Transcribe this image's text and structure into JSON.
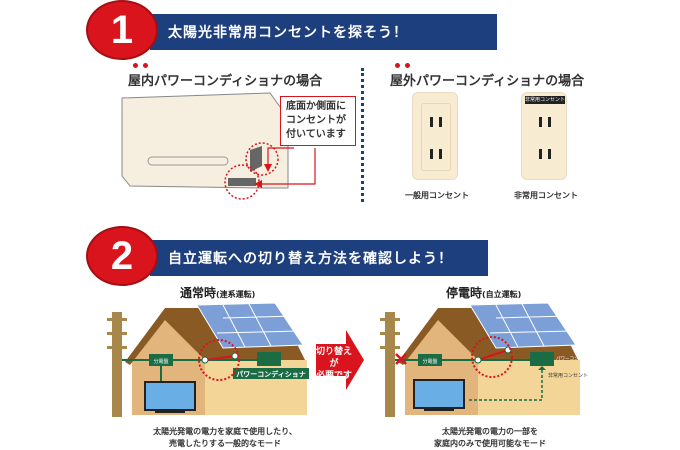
{
  "section1": {
    "number": "1",
    "title": "太陽光非常用コンセントを探そう！",
    "indoor": {
      "heading": "屋内パワーコンディショナの場合",
      "callout": [
        "底面か側面に",
        "コンセントが",
        "付いています"
      ]
    },
    "outdoor": {
      "heading": "屋外パワーコンディショナの場合",
      "outlets": [
        {
          "label": "一般用コンセント",
          "tag": ""
        },
        {
          "label": "非常用コンセント",
          "tag": "非常用コンセント"
        }
      ]
    }
  },
  "section2": {
    "number": "2",
    "title": "自立運転への切り替え方法を確認しよう！",
    "normal": {
      "heading": "通常時",
      "mode": "(連系運転)",
      "board_label": "分電盤",
      "pcs_label": "パワーコンディショナ",
      "caption": [
        "太陽光発電の電力を家庭で使用したり、",
        "売電したりする一般的なモード"
      ]
    },
    "switch_note": [
      "切り替えが",
      "必要です"
    ],
    "outage": {
      "heading": "停電時",
      "mode": "(自立運転)",
      "board_label": "分電盤",
      "pcs_label": "パワーコンディショナ",
      "outlet_label": "非常用コンセント",
      "caption": [
        "太陽光発電の電力の一部を",
        "家庭内のみで使用可能なモード"
      ]
    }
  },
  "colors": {
    "accent_red": "#d9141c",
    "banner_blue": "#1e3f7e",
    "line_green": "#1b6b45"
  }
}
